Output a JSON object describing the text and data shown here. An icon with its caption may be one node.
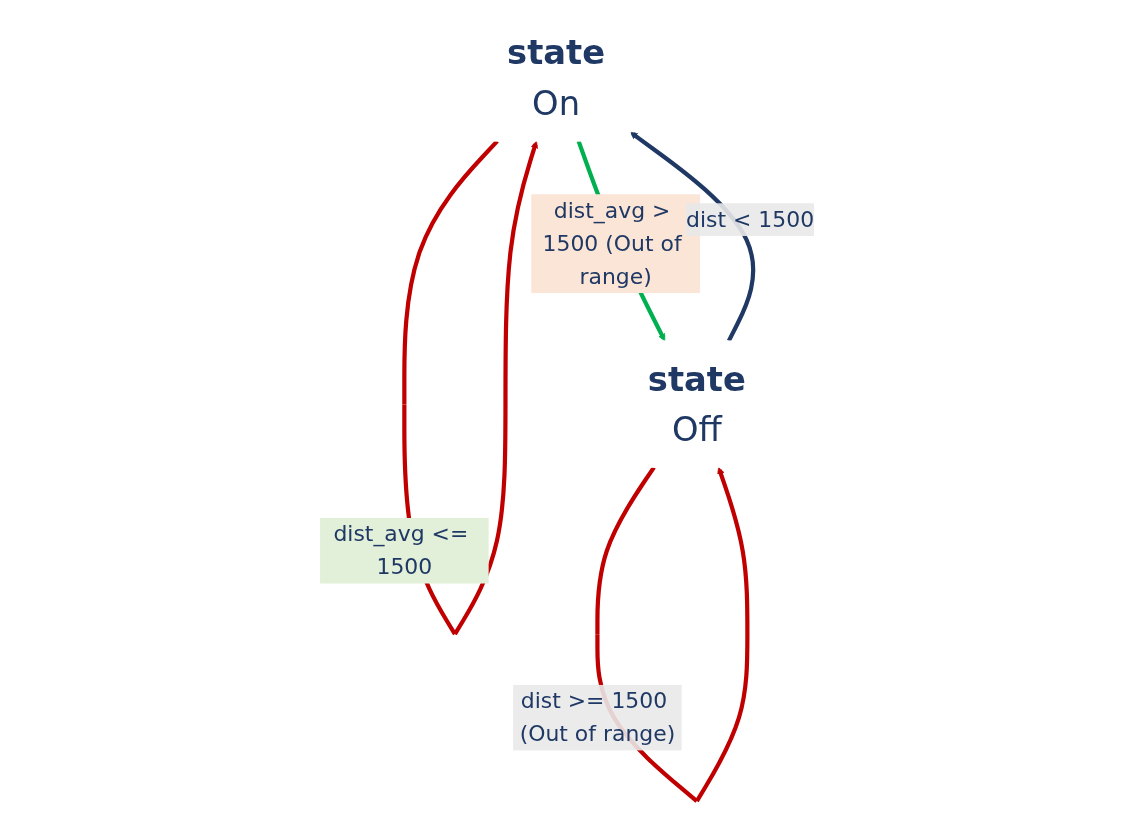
{
  "diagram": {
    "nodes": [
      {
        "text": [
          "state",
          "On"
        ]
      },
      {
        "text": [
          "state",
          "Off"
        ]
      }
    ],
    "edges": [
      {
        "from": 0,
        "to": 0,
        "arrow": "to",
        "label": "dist_avg <= 1500",
        "color": "#c00000"
      },
      {
        "from": 0,
        "to": 1,
        "arrow": "to",
        "label": "dist_avg > 1500 (Out of range)",
        "color": "#00b050"
      },
      {
        "from": 1,
        "to": 0,
        "arrow": "to",
        "label": "dist < 1500",
        "color": "#1f3864"
      },
      {
        "from": 1,
        "to": 1,
        "arrow": "to",
        "label": "dist >= 1500 (Out of range)",
        "color": "#c00000"
      }
    ]
  }
}
